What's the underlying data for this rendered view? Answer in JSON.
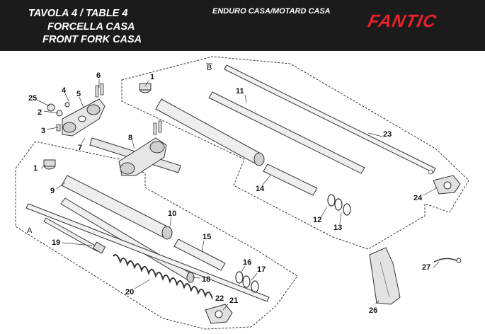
{
  "header": {
    "title_line1": "TAVOLA 4 / TABLE 4",
    "title_line2": "FORCELLA CASA",
    "title_line3": "FRONT FORK CASA",
    "variant": "ENDURO CASA/MOTARD CASA",
    "brand_logo": "FANTIC"
  },
  "groups": {
    "a": "A",
    "b": "B"
  },
  "callouts": {
    "p1_top": "1",
    "p1_left": "1",
    "p2": "2",
    "p3": "3",
    "p4": "4",
    "p5": "5",
    "p6": "6",
    "p7": "7",
    "p8": "8",
    "p9": "9",
    "p10": "10",
    "p11": "11",
    "p12": "12",
    "p13": "13",
    "p14": "14",
    "p15": "15",
    "p16": "16",
    "p17": "17",
    "p18": "18",
    "p19": "19",
    "p20": "20",
    "p21": "21",
    "p22": "22",
    "p23": "23",
    "p24": "24",
    "p25": "25",
    "p26": "26",
    "p27": "27"
  },
  "colors": {
    "header_bg": "#1b1b1b",
    "logo": "#e8212b",
    "line": "#333333",
    "part_fill": "#e6e6e6"
  }
}
